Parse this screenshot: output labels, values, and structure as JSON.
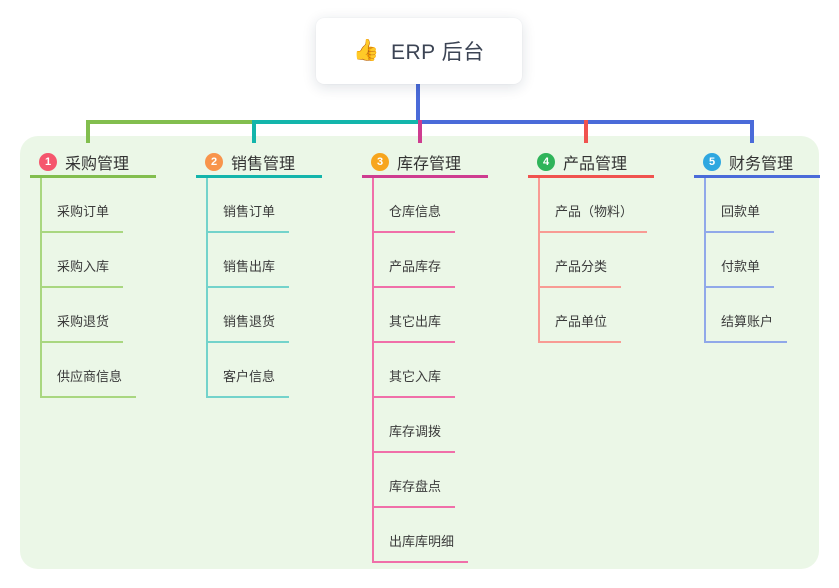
{
  "root": {
    "title": "ERP 后台",
    "icon": "👍",
    "line_color": "#4A6BD9"
  },
  "panel": {
    "bg_color": "#EBF7E7"
  },
  "branches": [
    {
      "badge": "1",
      "label": "采购管理",
      "badge_color": "#F5566D",
      "main_color": "#82BE4E",
      "light_color": "#A9D780",
      "items": [
        "采购订单",
        "采购入库",
        "采购退货",
        "供应商信息"
      ]
    },
    {
      "badge": "2",
      "label": "销售管理",
      "badge_color": "#F8944B",
      "main_color": "#13B5AB",
      "light_color": "#73D3CB",
      "items": [
        "销售订单",
        "销售出库",
        "销售退货",
        "客户信息"
      ]
    },
    {
      "badge": "3",
      "label": "库存管理",
      "badge_color": "#F7A51D",
      "main_color": "#CE3D90",
      "light_color": "#F06FA9",
      "items": [
        "仓库信息",
        "产品库存",
        "其它出库",
        "其它入库",
        "库存调拨",
        "库存盘点",
        "出库库明细"
      ]
    },
    {
      "badge": "4",
      "label": "产品管理",
      "badge_color": "#2FB45A",
      "main_color": "#F0534F",
      "light_color": "#F89B94",
      "items": [
        "产品（物料）",
        "产品分类",
        "产品单位"
      ]
    },
    {
      "badge": "5",
      "label": "财务管理",
      "badge_color": "#2EA7E0",
      "main_color": "#4A6BD9",
      "light_color": "#90A8E9",
      "items": [
        "回款单",
        "付款单",
        "结算账户"
      ]
    }
  ]
}
